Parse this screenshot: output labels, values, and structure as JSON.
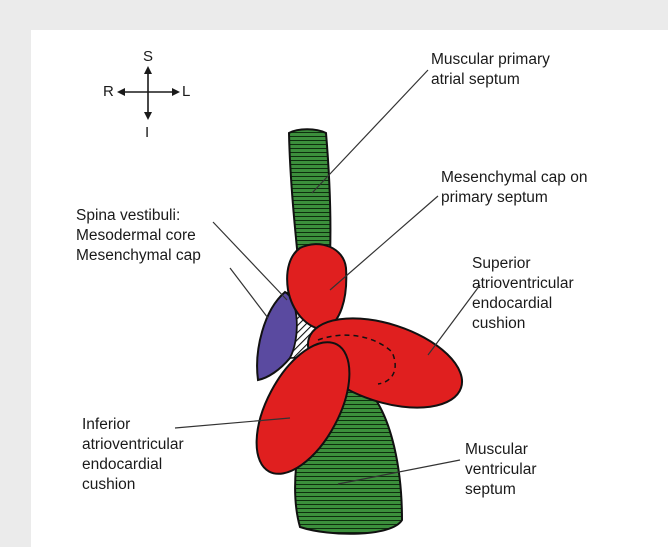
{
  "orientation": {
    "superior": "S",
    "inferior": "I",
    "right": "R",
    "left": "L"
  },
  "labels": {
    "muscular_primary_atrial_septum": [
      "Muscular primary",
      "atrial septum"
    ],
    "mesenchymal_cap_primary_septum": [
      "Mesenchymal cap on",
      "primary septum"
    ],
    "spina_vestibuli": [
      "Spina vestibuli:",
      "Mesodermal core",
      "Mesenchymal cap"
    ],
    "superior_av_cushion": [
      "Superior",
      "atrioventricular",
      "endocardial",
      "cushion"
    ],
    "inferior_av_cushion": [
      "Inferior",
      "atrioventricular",
      "endocardial",
      "cushion"
    ],
    "muscular_ventricular_septum": [
      "Muscular",
      "ventricular",
      "septum"
    ]
  },
  "colors": {
    "muscle_green": "#3c8f3c",
    "cushion_red": "#e01f1f",
    "spina_purple": "#5a4aa0",
    "background_gray": "#ebebeb",
    "panel_white": "#ffffff"
  }
}
